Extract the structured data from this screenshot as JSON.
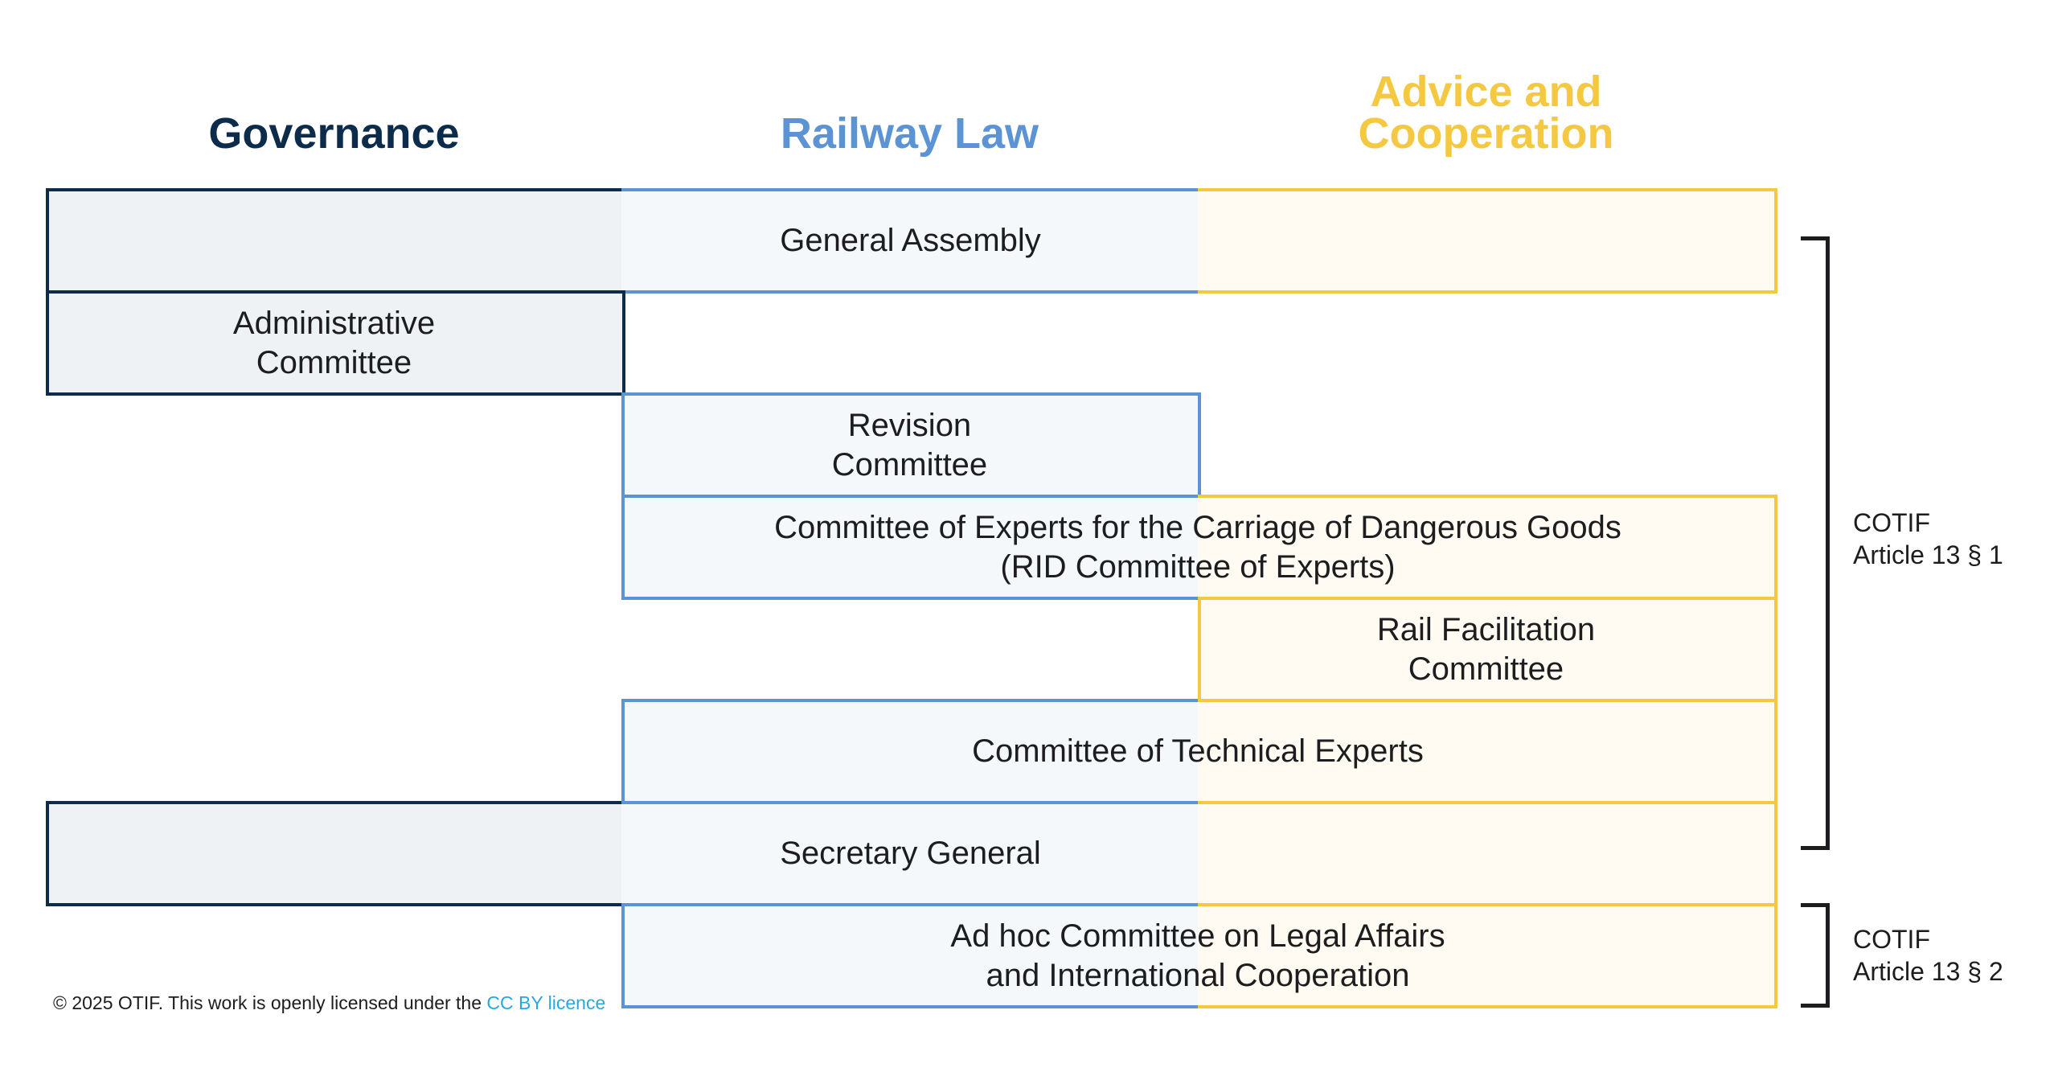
{
  "headers": {
    "governance": "Governance",
    "railway_law": "Railway Law",
    "advice": "Advice and\nCooperation"
  },
  "colors": {
    "governance": "#0d2b4a",
    "railway_law": "#5b93d4",
    "advice": "#f5c842",
    "link": "#29a8e0"
  },
  "bodies": [
    {
      "label": "General Assembly",
      "columns": [
        "governance",
        "railway_law",
        "advice"
      ]
    },
    {
      "label": "Administrative\nCommittee",
      "columns": [
        "governance"
      ]
    },
    {
      "label": "Revision\nCommittee",
      "columns": [
        "railway_law"
      ]
    },
    {
      "label": "Committee of Experts for the Carriage of Dangerous Goods\n(RID Committee of Experts)",
      "columns": [
        "railway_law",
        "advice"
      ]
    },
    {
      "label": "Rail Facilitation\nCommittee",
      "columns": [
        "advice"
      ]
    },
    {
      "label": "Committee of Technical Experts",
      "columns": [
        "railway_law",
        "advice"
      ]
    },
    {
      "label": "Secretary General",
      "columns": [
        "governance",
        "railway_law",
        "advice"
      ]
    },
    {
      "label": "Ad hoc Committee on Legal Affairs\nand International Cooperation",
      "columns": [
        "railway_law",
        "advice"
      ]
    }
  ],
  "brackets": [
    {
      "label": "COTIF\nArticle 13 § 1"
    },
    {
      "label": "COTIF\nArticle 13 § 2"
    }
  ],
  "footer": {
    "text": "© 2025 OTIF. This work is openly licensed under the ",
    "link": "CC BY licence"
  }
}
